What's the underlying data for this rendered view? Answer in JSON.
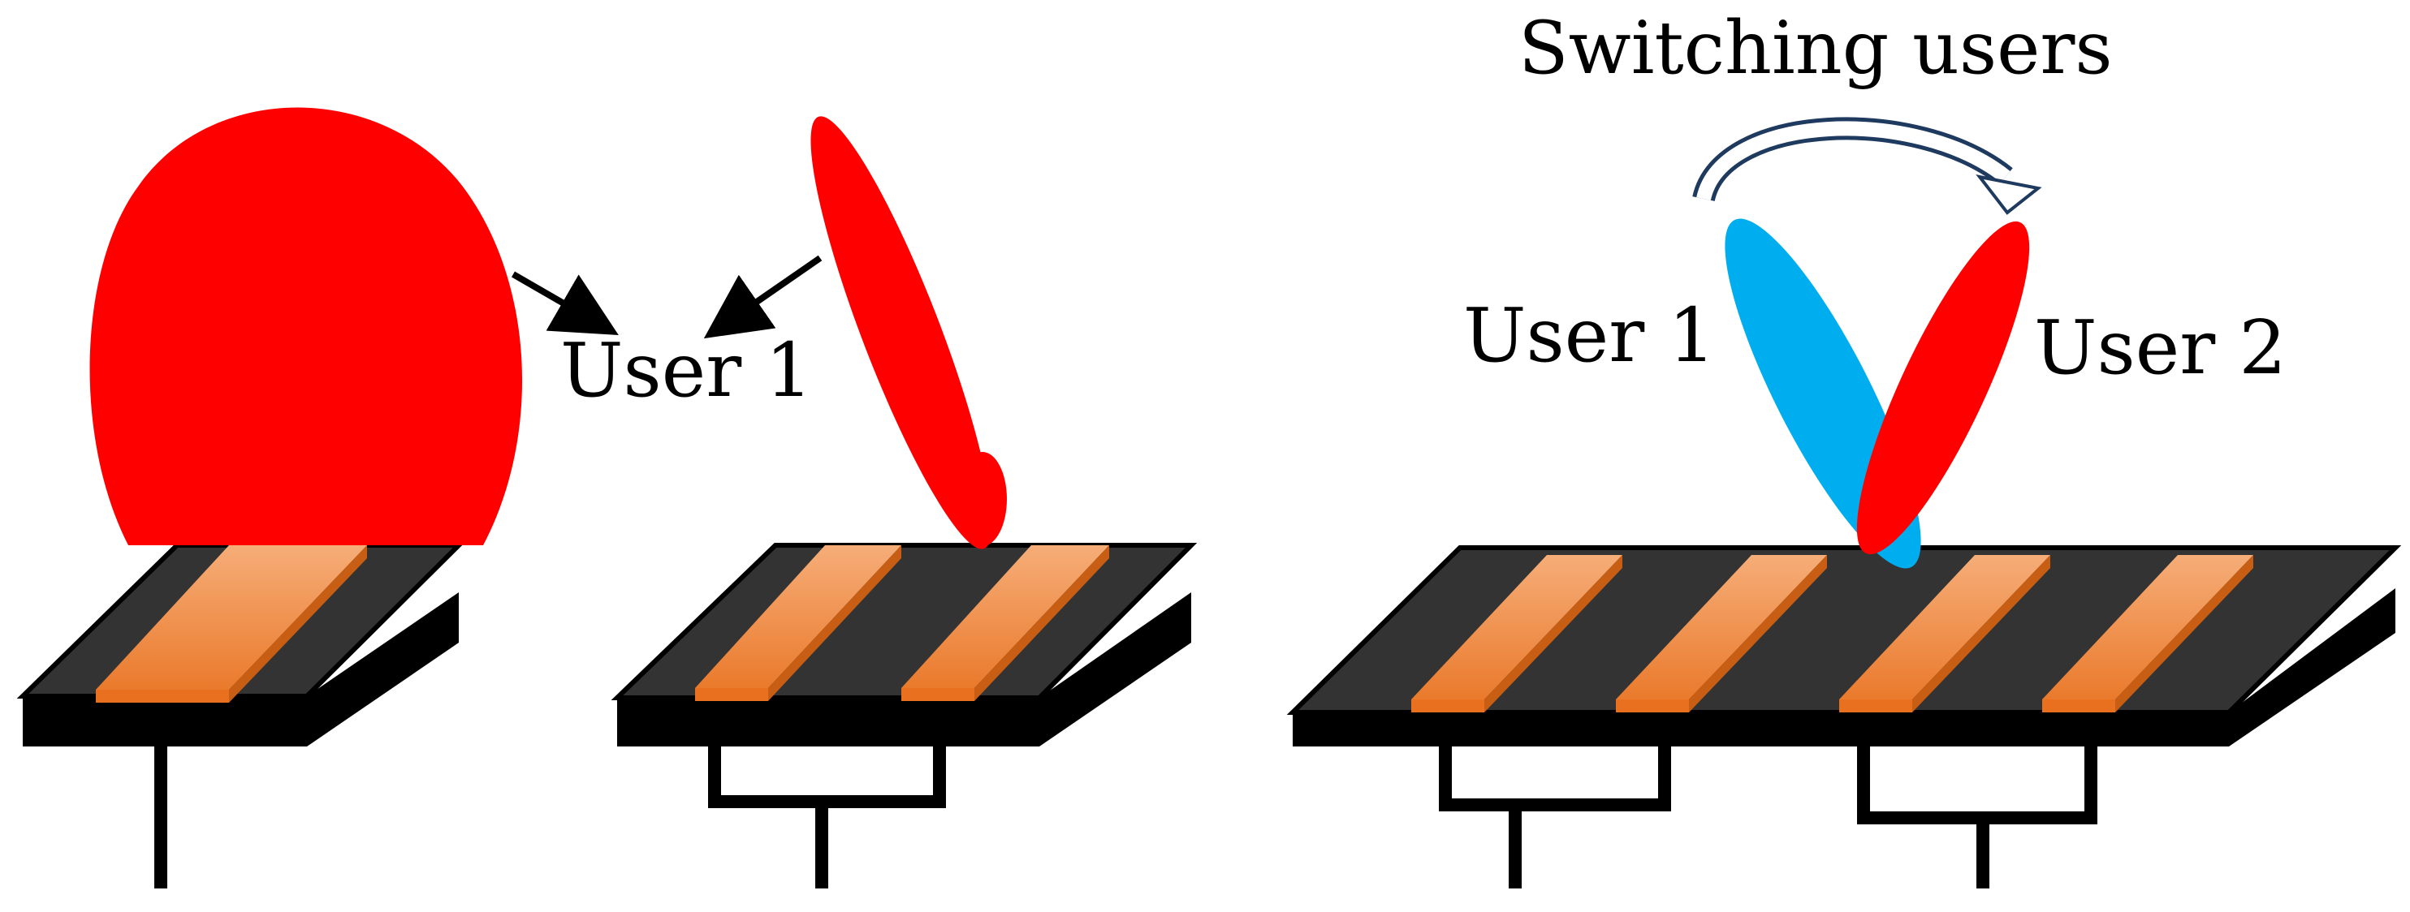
{
  "labels": {
    "user1_single": "User 1",
    "user1_switch": "User 1",
    "user2_switch": "User 2",
    "switching": "Switching users"
  },
  "colors": {
    "finger": "#ff0000",
    "user1": "#00aeef",
    "board_top": "#333333",
    "board_edge": "#000000",
    "electrode_light": "#f4a468",
    "electrode_dark": "#d96a1e",
    "arrow": "#1f3a5f"
  }
}
